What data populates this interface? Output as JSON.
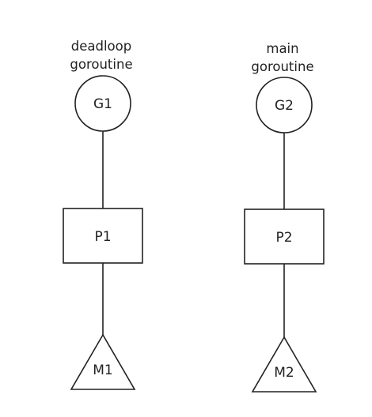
{
  "diagram": {
    "stacks": [
      {
        "caption": [
          "deadloop",
          "goroutine"
        ],
        "goroutine": "G1",
        "processor": "P1",
        "machine": "M1"
      },
      {
        "caption": [
          "main",
          "goroutine"
        ],
        "goroutine": "G2",
        "processor": "P2",
        "machine": "M2"
      }
    ]
  }
}
